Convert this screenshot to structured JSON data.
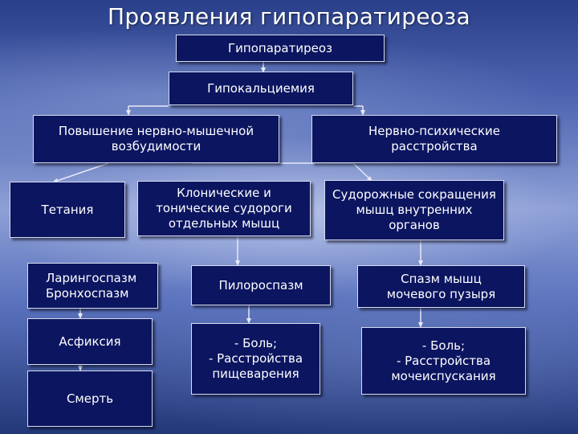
{
  "title": "Проявления гипопаратиреоза",
  "nodes": {
    "hypoparathyroidism": "Гипопаратиреоз",
    "hypocalcemia": "Гипокальциемия",
    "neuromuscular": "Повышение нервно-мышечной\nвозбудимости",
    "neuropsychic": "Нервно-психические\nрасстройства",
    "tetany": "Тетания",
    "clonic_tonic": "Клонические и\nтонические судороги\nотдельных мышц",
    "visceral_spasms": "Судорожные сокращения\nмышц внутренних\nорганов",
    "laryngo_broncho": "Ларингоспазм\nБронхоспазм",
    "pylorospasm": "Пилороспазм",
    "bladder_spasm": "Спазм мышц\nмочевого пузыря",
    "asphyxia": "Асфиксия",
    "pain_digestion": "- Боль;\n- Расстройства\nпищеварения",
    "pain_urination": "- Боль;\n- Расстройства\nмочеиспускания",
    "death": "Смерть"
  },
  "colors": {
    "box_fill": "#0b1560",
    "box_border": "#d8dcf0",
    "text": "#ffffff",
    "connector": "#e6e9f7"
  }
}
